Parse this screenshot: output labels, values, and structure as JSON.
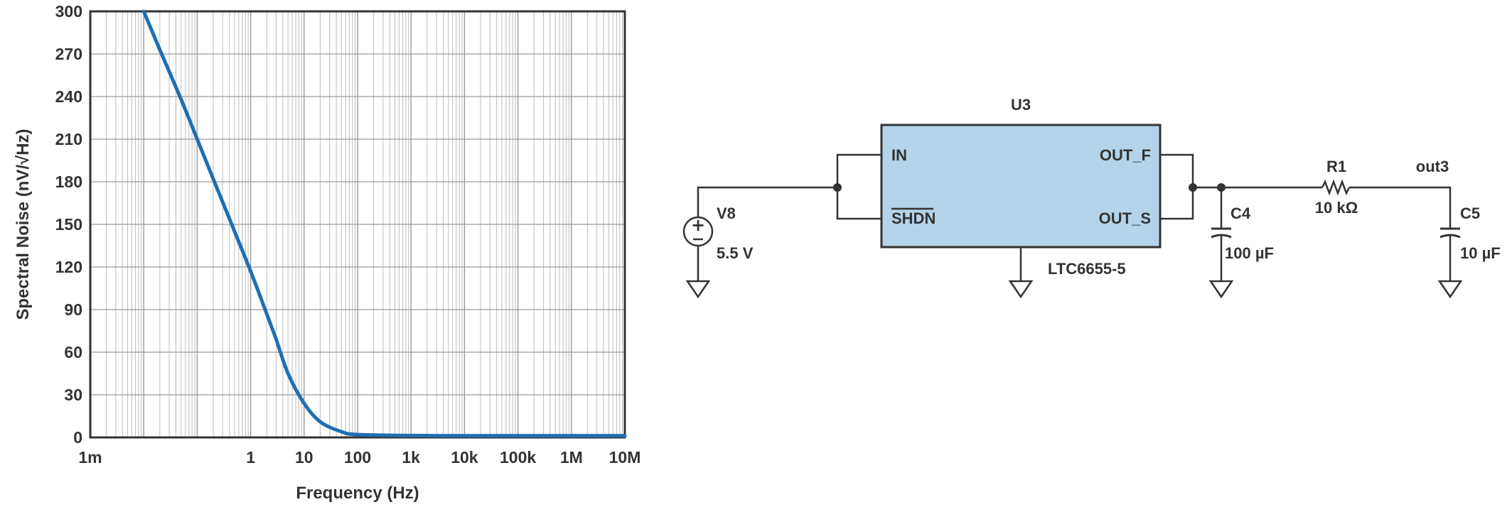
{
  "chart_data": {
    "type": "line",
    "xlabel": "Frequency (Hz)",
    "ylabel": "Spectral Noise (nV/√Hz)",
    "x_scale": "log",
    "xlim": [
      0.001,
      10000000
    ],
    "ylim": [
      0,
      300
    ],
    "grid": true,
    "x_ticks": [
      {
        "value": 0.001,
        "label": "1m"
      },
      {
        "value": 1,
        "label": "1"
      },
      {
        "value": 10,
        "label": "10"
      },
      {
        "value": 100,
        "label": "100"
      },
      {
        "value": 1000,
        "label": "1k"
      },
      {
        "value": 10000,
        "label": "10k"
      },
      {
        "value": 100000,
        "label": "100k"
      },
      {
        "value": 1000000,
        "label": "1M"
      },
      {
        "value": 10000000,
        "label": "10M"
      }
    ],
    "y_ticks": [
      {
        "value": 0,
        "label": "0"
      },
      {
        "value": 30,
        "label": "30"
      },
      {
        "value": 60,
        "label": "60"
      },
      {
        "value": 90,
        "label": "90"
      },
      {
        "value": 120,
        "label": "120"
      },
      {
        "value": 150,
        "label": "150"
      },
      {
        "value": 180,
        "label": "180"
      },
      {
        "value": 210,
        "label": "210"
      },
      {
        "value": 240,
        "label": "240"
      },
      {
        "value": 270,
        "label": "270"
      },
      {
        "value": 300,
        "label": "300"
      }
    ],
    "series": [
      {
        "color": "#1f6fb2",
        "x": [
          0.01,
          0.02,
          0.05,
          0.1,
          0.2,
          0.5,
          1,
          2,
          3,
          5,
          10,
          20,
          50,
          100,
          1000,
          10000,
          100000,
          1000000,
          10000000
        ],
        "y": [
          300,
          273,
          238,
          210,
          182,
          145,
          117,
          87,
          69,
          45,
          24,
          11,
          4,
          2,
          1.3,
          1.2,
          1.2,
          1.2,
          1.2
        ]
      }
    ]
  },
  "schematic": {
    "ic": {
      "ref": "U3",
      "part": "LTC6655-5",
      "pin_in": "IN",
      "pin_shdn": "SHDN",
      "pin_out_f": "OUT_F",
      "pin_out_s": "OUT_S"
    },
    "source": {
      "ref": "V8",
      "value": "5.5 V"
    },
    "cap_c4": {
      "ref": "C4",
      "value": "100 µF"
    },
    "resistor": {
      "ref": "R1",
      "value": "10 kΩ"
    },
    "net_out": "out3",
    "cap_c5": {
      "ref": "C5",
      "value": "10 µF"
    },
    "colors": {
      "ic_fill": "#b3d4ea",
      "line": "#333333"
    }
  }
}
